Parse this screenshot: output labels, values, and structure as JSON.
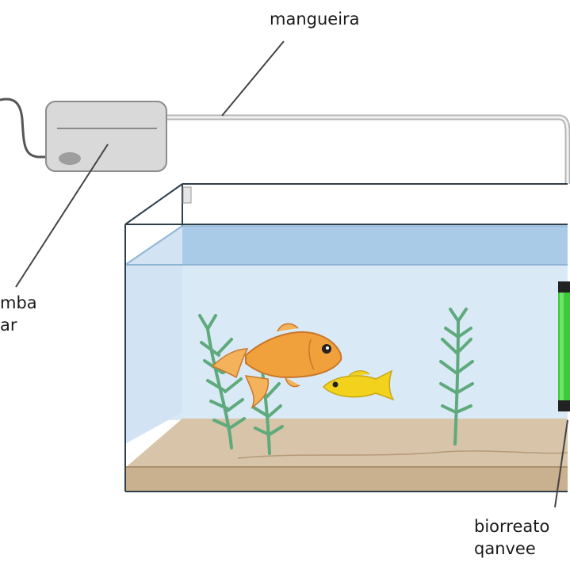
{
  "labels": {
    "hose": "mangueira",
    "pump_line1": "mba",
    "pump_line2": "ar",
    "bioreactor_line1": "biorreato",
    "bioreactor_line2": "qanvee"
  },
  "colors": {
    "water": "#d9e9f6",
    "water_surface": "#a9cbe8",
    "sand": "#d8c4a8",
    "sand_front": "#c9b08e",
    "plant": "#5faa7d",
    "fish_orange": "#f0a13c",
    "fish_yellow": "#f2d21d",
    "bioreactor": "#3ec93a",
    "pump": "#d9d9d9"
  },
  "icons": {
    "air_pump": "air-pump-icon",
    "goldfish": "goldfish-icon",
    "yellow_fish": "yellow-fish-icon",
    "plant": "plant-icon",
    "bioreactor": "bioreactor-icon"
  }
}
